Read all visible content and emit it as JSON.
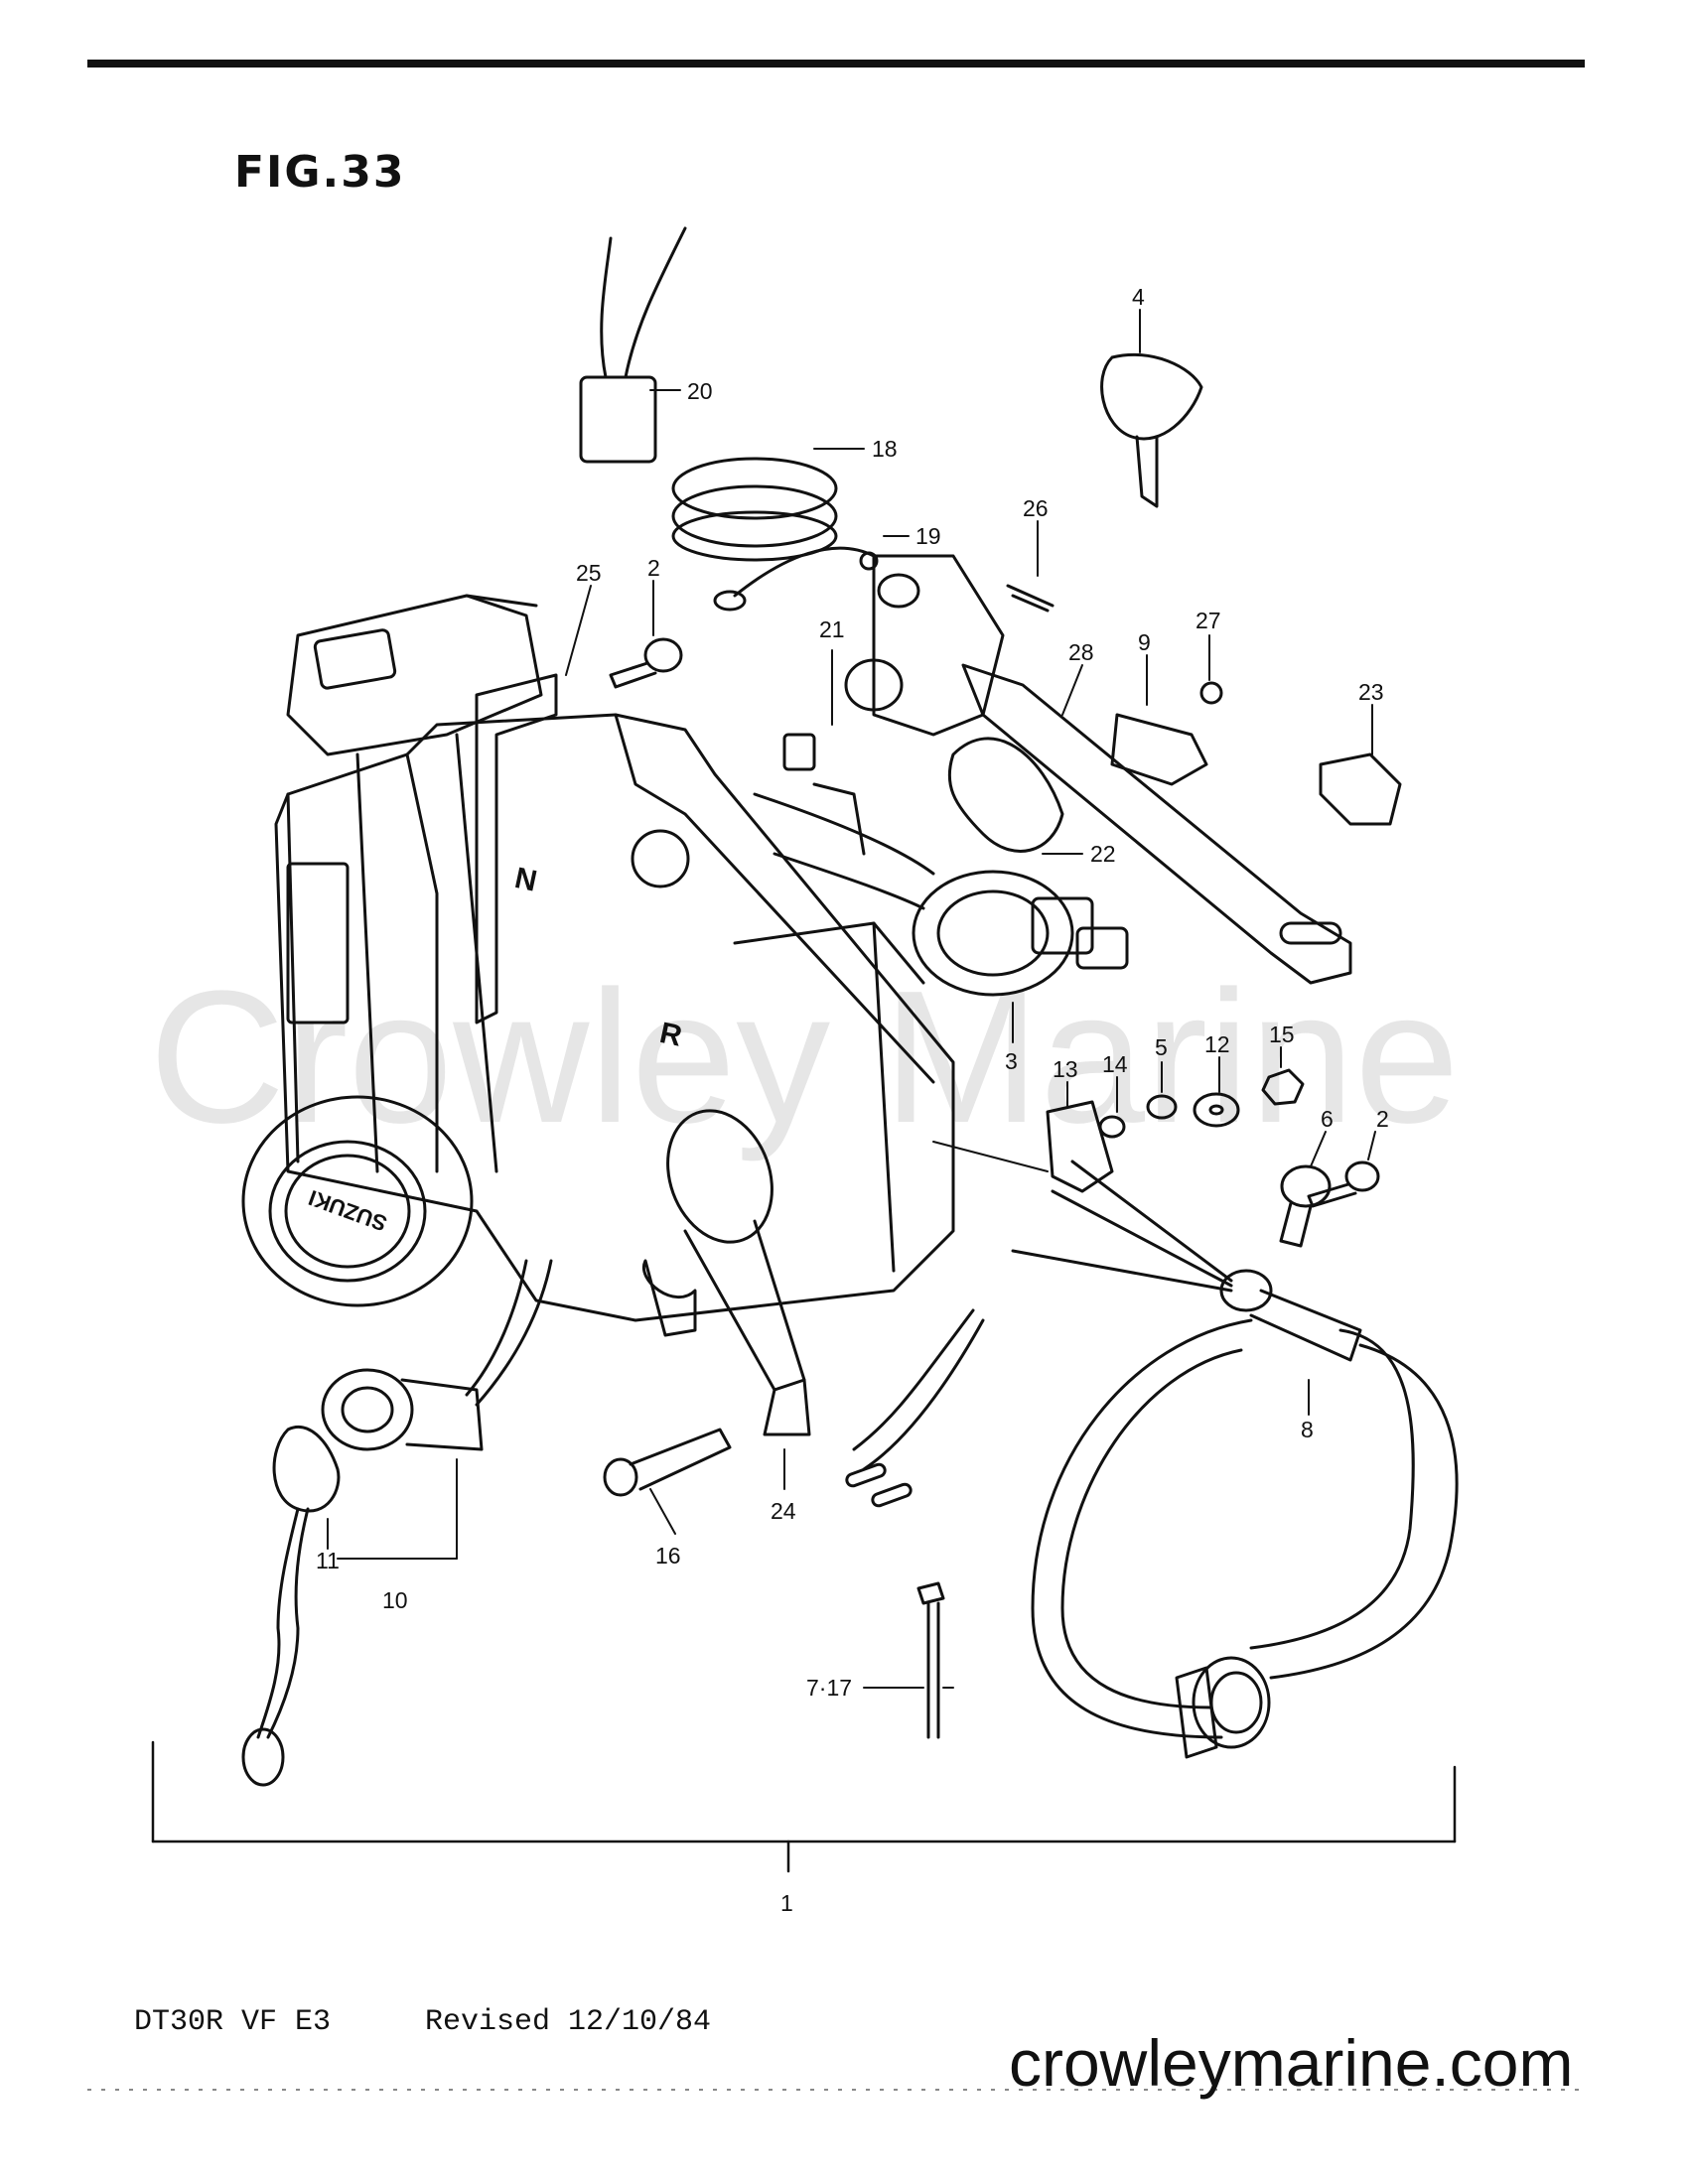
{
  "figure": {
    "title": "FIG.33"
  },
  "footer": {
    "model": "DT30R VF E3",
    "revision": "Revised 12/10/84"
  },
  "watermark": {
    "text": "Crowley Marine"
  },
  "site_url": "crowleymarine.com",
  "callouts": [
    {
      "id": "c1",
      "text": "1"
    },
    {
      "id": "c2a",
      "text": "2"
    },
    {
      "id": "c2b",
      "text": "2"
    },
    {
      "id": "c3",
      "text": "3"
    },
    {
      "id": "c4",
      "text": "4"
    },
    {
      "id": "c5",
      "text": "5"
    },
    {
      "id": "c6",
      "text": "6"
    },
    {
      "id": "c7-17",
      "text": "7·17"
    },
    {
      "id": "c8",
      "text": "8"
    },
    {
      "id": "c9",
      "text": "9"
    },
    {
      "id": "c10",
      "text": "10"
    },
    {
      "id": "c11",
      "text": "11"
    },
    {
      "id": "c12",
      "text": "12"
    },
    {
      "id": "c13",
      "text": "13"
    },
    {
      "id": "c14",
      "text": "14"
    },
    {
      "id": "c15",
      "text": "15"
    },
    {
      "id": "c16",
      "text": "16"
    },
    {
      "id": "c18",
      "text": "18"
    },
    {
      "id": "c19",
      "text": "19"
    },
    {
      "id": "c20",
      "text": "20"
    },
    {
      "id": "c21",
      "text": "21"
    },
    {
      "id": "c22",
      "text": "22"
    },
    {
      "id": "c23",
      "text": "23"
    },
    {
      "id": "c24",
      "text": "24"
    },
    {
      "id": "c25",
      "text": "25"
    },
    {
      "id": "c26",
      "text": "26"
    },
    {
      "id": "c27",
      "text": "27"
    },
    {
      "id": "c28",
      "text": "28"
    }
  ],
  "gate_labels": {
    "neutral": "N",
    "reverse": "R"
  },
  "logo_text": "SUZUKI"
}
